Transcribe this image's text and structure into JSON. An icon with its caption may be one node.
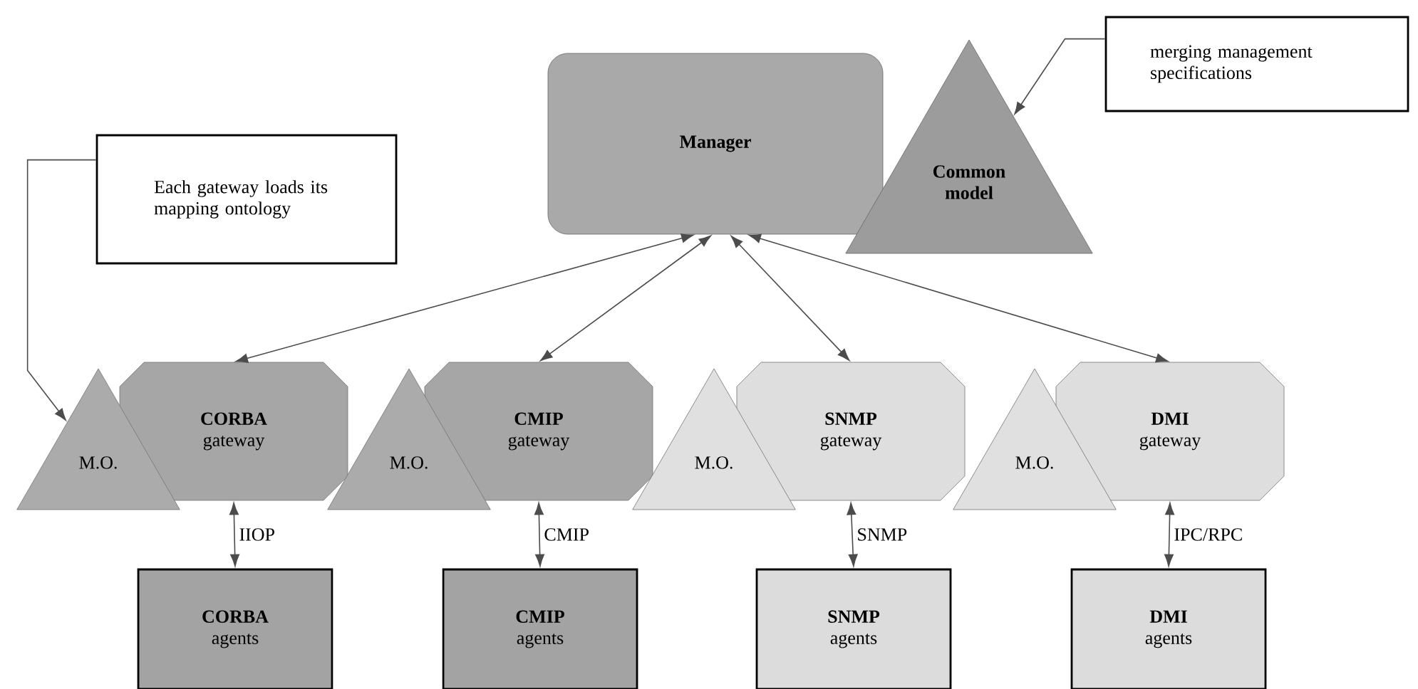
{
  "diagram": {
    "nodes": [
      {
        "text": [
          "Manager"
        ]
      },
      {
        "text": [
          "Common model"
        ]
      },
      {
        "text": [
          "merging management specifications"
        ]
      },
      {
        "text": [
          "Each gateway loads its mapping ontology"
        ]
      },
      {
        "text": [
          "M.O."
        ]
      },
      {
        "text": [
          "**CORBA** gateway"
        ]
      },
      {
        "text": [
          "**CORBA** agents"
        ]
      },
      {
        "text": [
          "M.O."
        ]
      },
      {
        "text": [
          "**CMIP** gateway"
        ]
      },
      {
        "text": [
          "**CMIP** agents"
        ]
      },
      {
        "text": [
          "M.O."
        ]
      },
      {
        "text": [
          "**SNMP** gateway"
        ]
      },
      {
        "text": [
          "**SNMP** agents"
        ]
      },
      {
        "text": [
          "M.O."
        ]
      },
      {
        "text": [
          "**DMI** gateway"
        ]
      },
      {
        "text": [
          "**DMI** agents"
        ]
      }
    ],
    "edges": [
      {
        "from": 0,
        "to": 5,
        "arrow": "both"
      },
      {
        "from": 0,
        "to": 8,
        "arrow": "both"
      },
      {
        "from": 0,
        "to": 11,
        "arrow": "both"
      },
      {
        "from": 0,
        "to": 14,
        "arrow": "both"
      },
      {
        "from": 5,
        "to": 6,
        "arrow": "both",
        "label": "IIOP"
      },
      {
        "from": 8,
        "to": 9,
        "arrow": "both",
        "label": "CMIP"
      },
      {
        "from": 11,
        "to": 12,
        "arrow": "both",
        "label": "SNMP"
      },
      {
        "from": 14,
        "to": 15,
        "arrow": "both",
        "label": "IPC/RPC"
      },
      {
        "from": 2,
        "to": 1,
        "arrow": "to"
      },
      {
        "from": 3,
        "to": 4,
        "arrow": "to"
      }
    ]
  }
}
